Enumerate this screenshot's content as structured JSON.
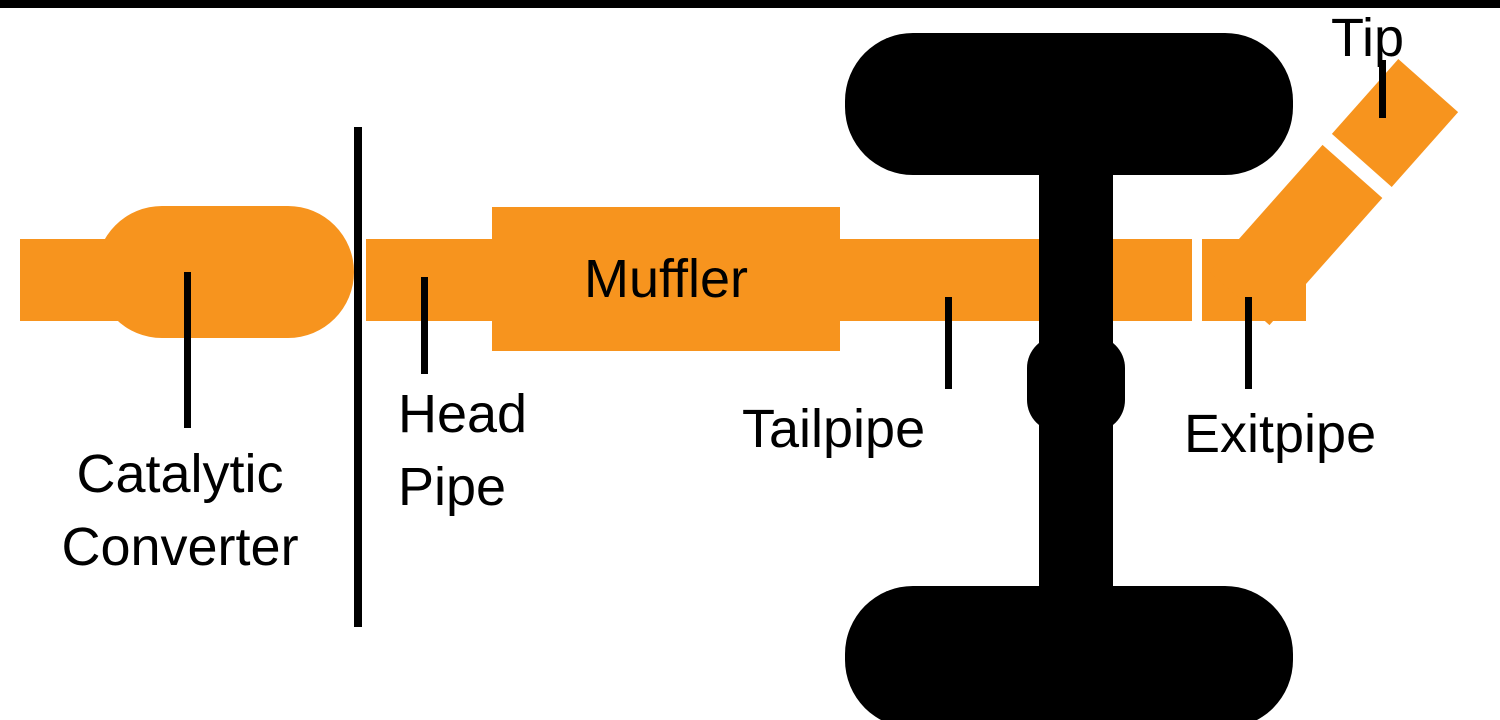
{
  "diagram": {
    "colors": {
      "pipe": "#F7941E",
      "ink": "#000000",
      "background": "#FFFFFF"
    },
    "labels": {
      "catalytic": {
        "line1": "Catalytic",
        "line2": "Converter"
      },
      "head_pipe": {
        "line1": "Head",
        "line2": "Pipe"
      },
      "muffler": "Muffler",
      "tailpipe": "Tailpipe",
      "exitpipe": "Exitpipe",
      "tip": "Tip"
    }
  }
}
